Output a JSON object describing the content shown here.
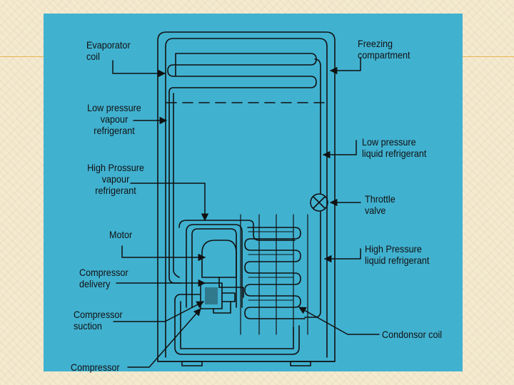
{
  "colors": {
    "slide_background": "#f4ead0",
    "panel_background": "#41b1d0",
    "line": "#111111",
    "accent_line": "#e8b45a"
  },
  "labels": {
    "evaporator_coil": [
      "Evaporator",
      "coil"
    ],
    "freezing_compartment": [
      "Freezing",
      "compartment"
    ],
    "low_pressure_vapour": [
      "Low pressure",
      "vapour",
      "refrigerant"
    ],
    "low_pressure_liquid": [
      "Low pressure",
      "liquid refrigerant"
    ],
    "high_pressure_vapour": [
      "High Prossure",
      "vapour",
      "refrigerant"
    ],
    "throttle_valve": [
      "Throttle",
      "valve"
    ],
    "motor": [
      "Motor"
    ],
    "high_pressure_liquid": [
      "High Pressure",
      "liquid refrigerant"
    ],
    "compressor_delivery": [
      "Compressor",
      "delivery"
    ],
    "compressor_suction": [
      "Compressor",
      "suction"
    ],
    "condenser_coil": [
      "Condonsor coil"
    ],
    "compressor": [
      "Compressor"
    ]
  }
}
